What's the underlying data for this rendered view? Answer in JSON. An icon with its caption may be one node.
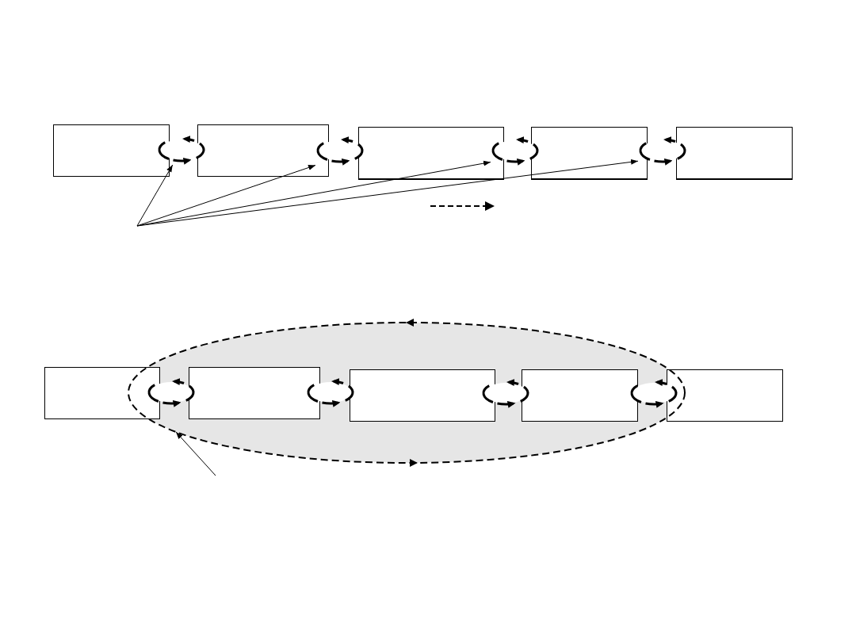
{
  "diagram": {
    "nodes": [
      {
        "text": [],
        "shape": "box"
      },
      {
        "text": [],
        "shape": "cycle"
      },
      {
        "text": [],
        "shape": "box"
      },
      {
        "text": [],
        "shape": "cycle"
      },
      {
        "text": [],
        "shape": "box"
      },
      {
        "text": [],
        "shape": "cycle"
      },
      {
        "text": [],
        "shape": "box"
      },
      {
        "text": [],
        "shape": "cycle"
      },
      {
        "text": [],
        "shape": "box"
      },
      {
        "text": [],
        "shape": "ellipse"
      },
      {
        "text": [],
        "shape": "box"
      },
      {
        "text": [],
        "shape": "cycle",
        "in": 9
      },
      {
        "text": [],
        "shape": "box",
        "in": 9
      },
      {
        "text": [],
        "shape": "cycle",
        "in": 9
      },
      {
        "text": [],
        "shape": "box",
        "in": 9
      },
      {
        "text": [],
        "shape": "cycle",
        "in": 9
      },
      {
        "text": [],
        "shape": "box",
        "in": 9
      },
      {
        "text": [],
        "shape": "cycle",
        "in": 9
      },
      {
        "text": [],
        "shape": "box"
      }
    ],
    "edges": [
      {
        "from": null,
        "to": 1,
        "arrow": "to"
      },
      {
        "from": null,
        "to": 3,
        "arrow": "to"
      },
      {
        "from": null,
        "to": 5,
        "arrow": "to"
      },
      {
        "from": null,
        "to": 7,
        "arrow": "to"
      },
      {
        "from": null,
        "to": 9,
        "arrow": "to"
      }
    ]
  }
}
